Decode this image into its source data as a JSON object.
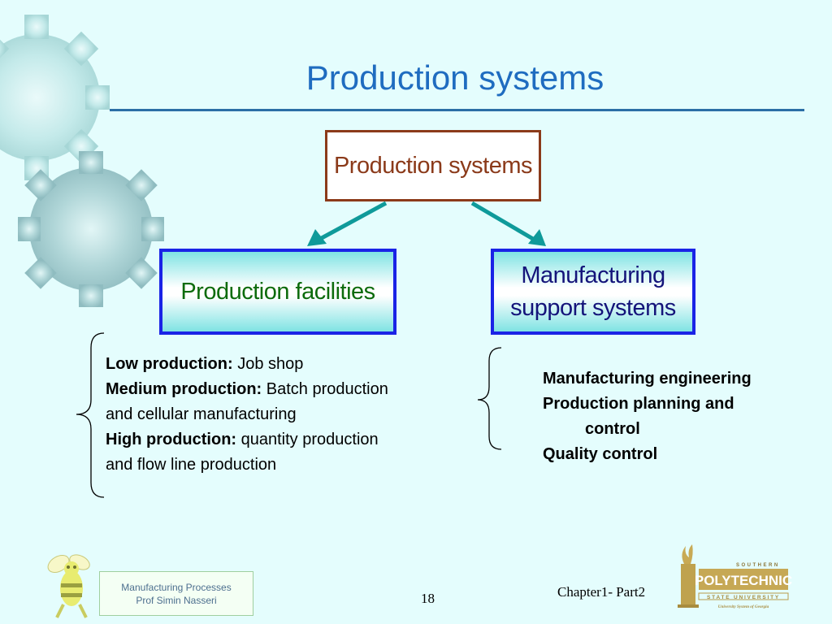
{
  "slide": {
    "title": "Production systems"
  },
  "diagram": {
    "root": "Production systems",
    "left_box": "Production facilities",
    "right_box_line1": "Manufacturing",
    "right_box_line2": "support systems"
  },
  "left_list": {
    "item1_label": "Low production:",
    "item1_text": " Job shop",
    "item2_label": "Medium production:",
    "item2_text": " Batch production",
    "item2_cont": "and cellular manufacturing",
    "item3_label": "High production:",
    "item3_text": " quantity production",
    "item3_cont": "and flow line production"
  },
  "right_list": {
    "item1": "Manufacturing engineering",
    "item2": "Production planning and",
    "item2_cont": "control",
    "item3": "Quality control"
  },
  "footer": {
    "course": "Manufacturing Processes",
    "instructor": "Prof Simin Nasseri",
    "page_number": "18",
    "chapter": "Chapter1- Part2",
    "logo_top": "SOUTHERN",
    "logo_main": "POLYTECHNIC",
    "logo_sub": "STATE UNIVERSITY",
    "logo_tag": "University System of Georgia"
  },
  "colors": {
    "background": "#e4fdfd",
    "title": "#1f6cc0",
    "root_border": "#8b3a1a",
    "child_border": "#1a23e6",
    "connector": "#0f9a9a",
    "left_box_text": "#0c6b0c",
    "right_box_text": "#14147a"
  },
  "icons": [
    "gear-icon",
    "gear-icon",
    "bee-mascot-icon",
    "university-logo"
  ]
}
